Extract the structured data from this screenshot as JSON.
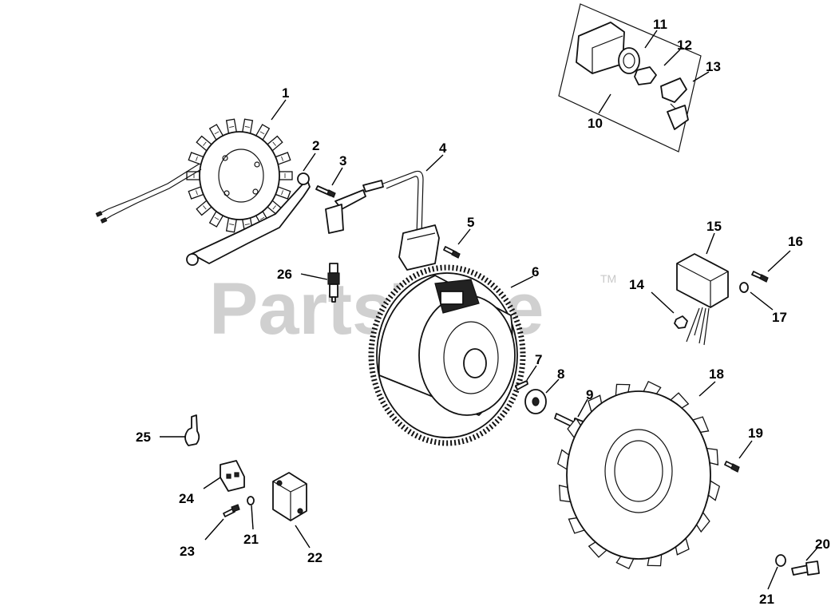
{
  "watermark": {
    "text": "PartsTree",
    "trademark": "TM"
  },
  "callouts": {
    "c1": "1",
    "c2": "2",
    "c3": "3",
    "c4": "4",
    "c5": "5",
    "c6": "6",
    "c7": "7",
    "c8": "8",
    "c9": "9",
    "c10": "10",
    "c11": "11",
    "c12": "12",
    "c13": "13",
    "c14": "14",
    "c15": "15",
    "c16": "16",
    "c17": "17",
    "c18": "18",
    "c19": "19",
    "c20": "20",
    "c21a": "21",
    "c21b": "21",
    "c22": "22",
    "c23": "23",
    "c24": "24",
    "c25": "25",
    "c26": "26"
  }
}
